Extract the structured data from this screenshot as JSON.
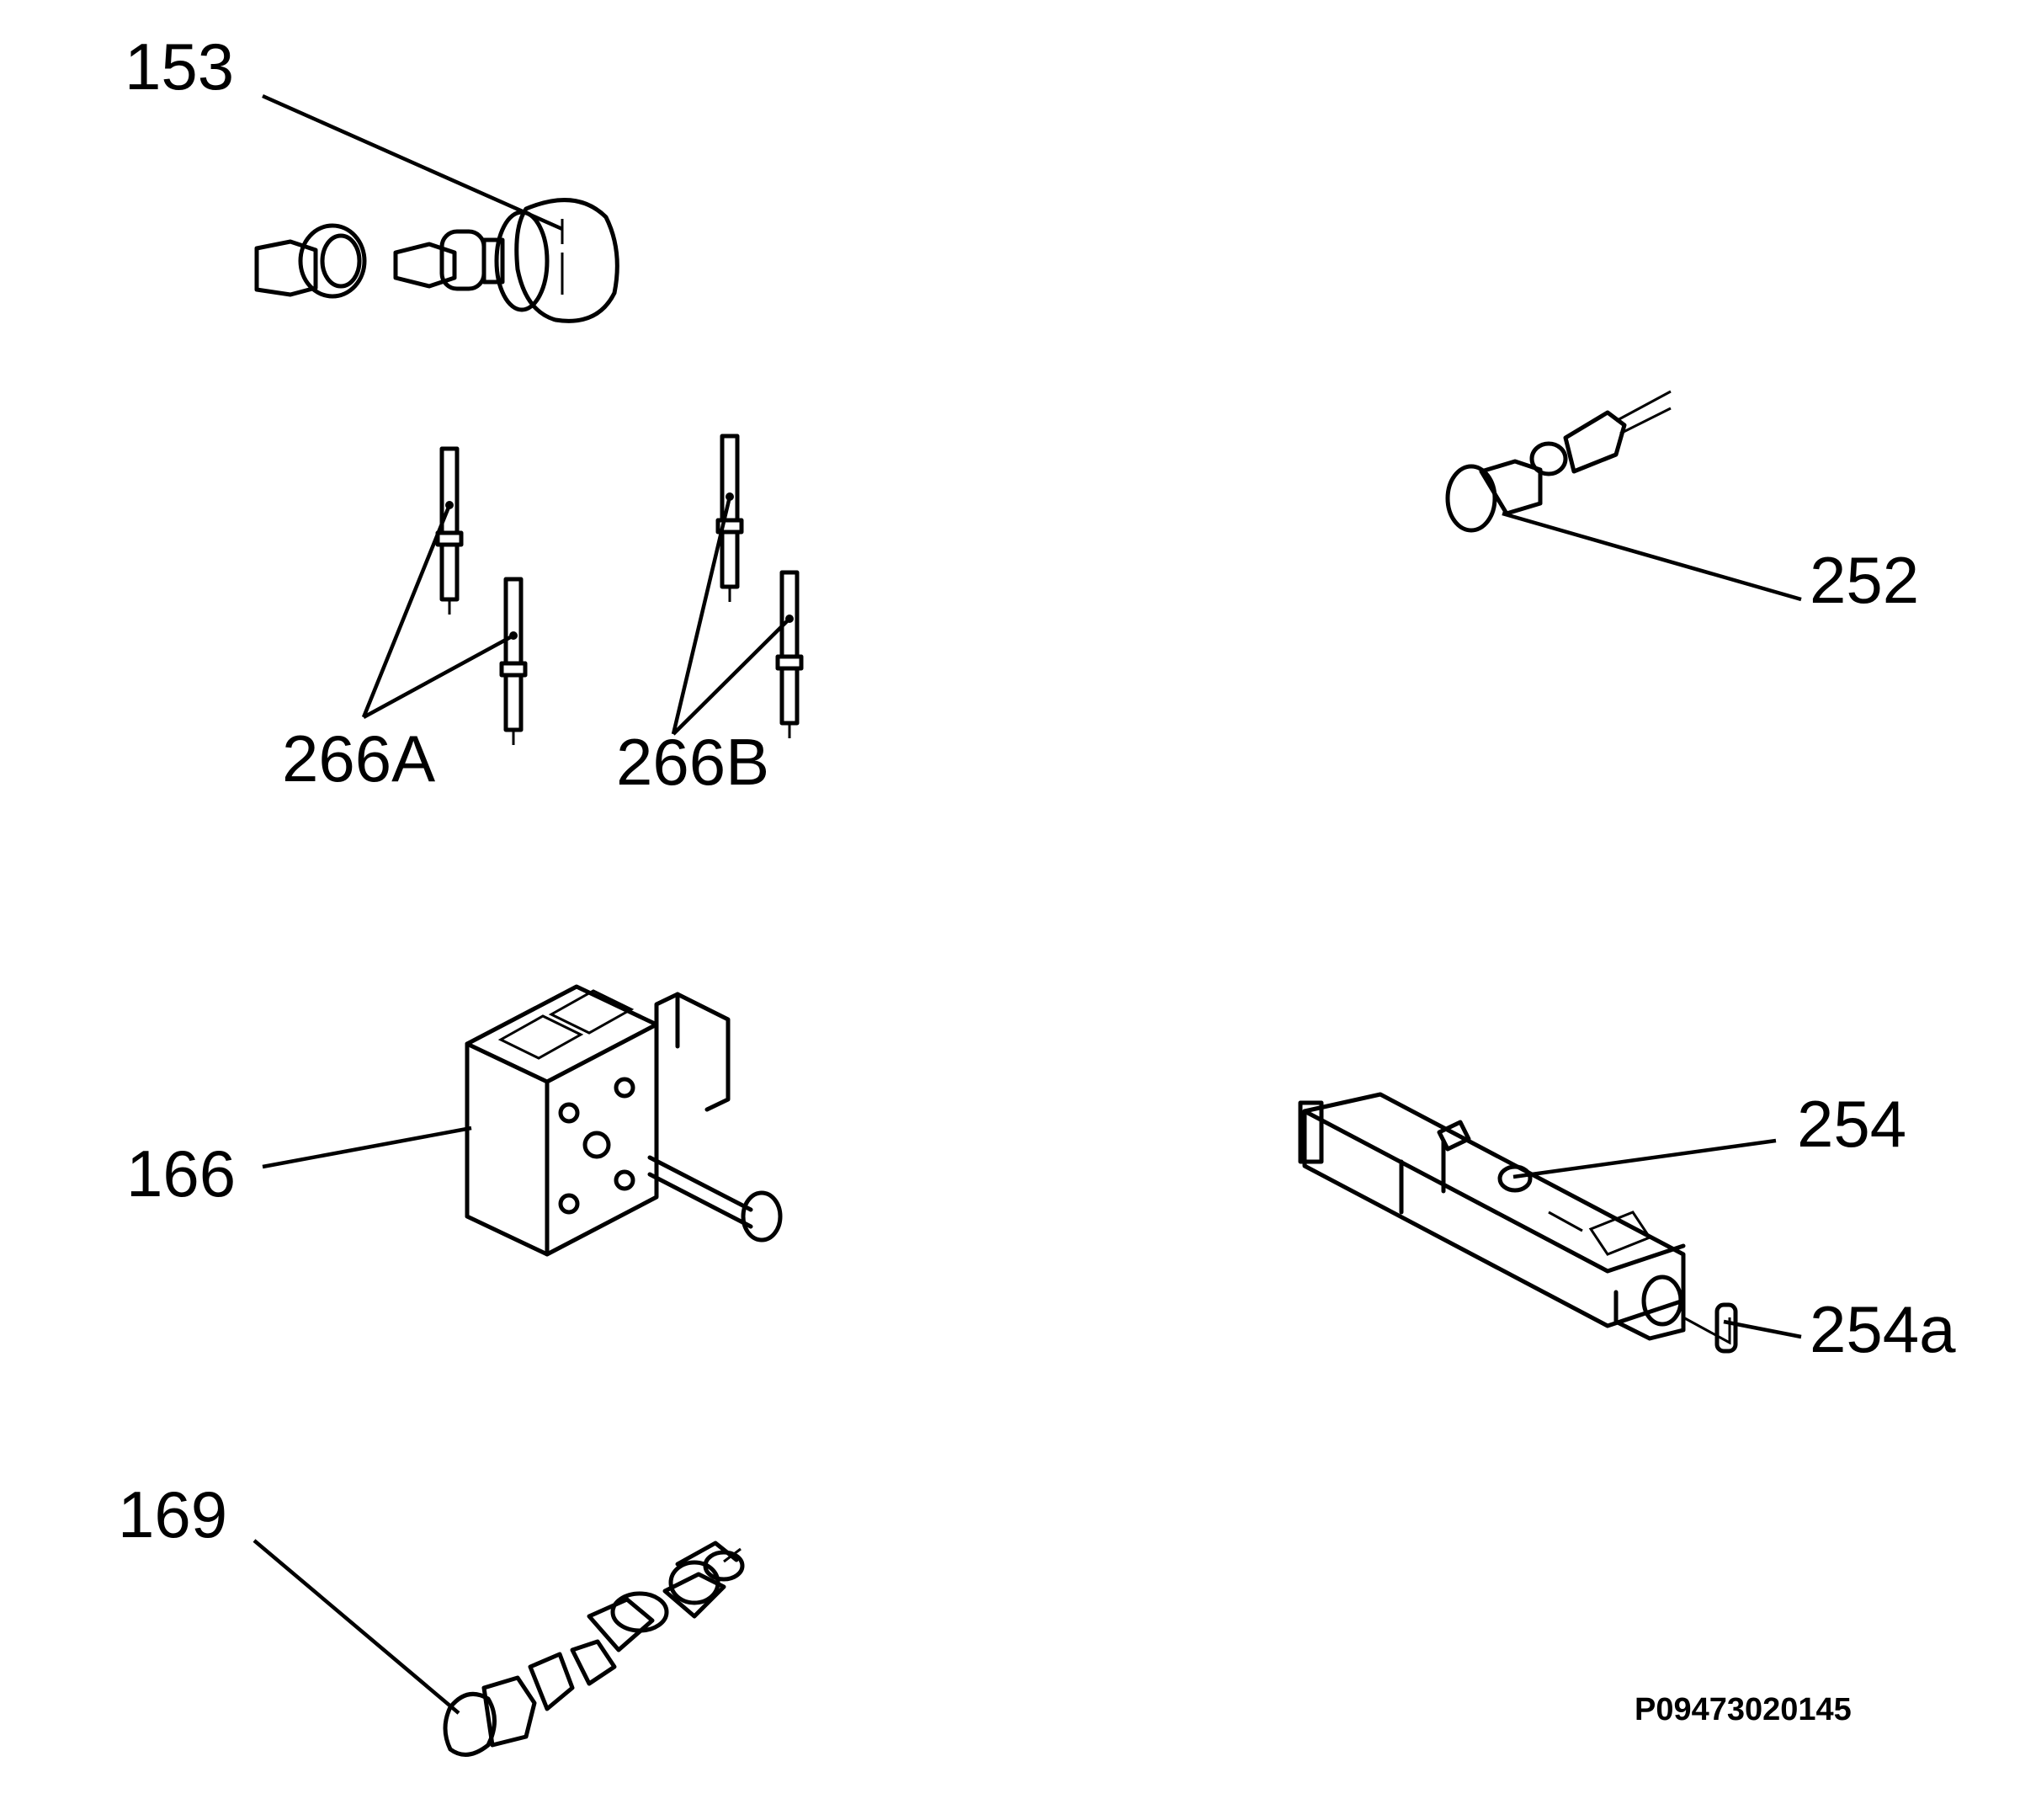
{
  "callouts": {
    "c153": "153",
    "c266a": "266A",
    "c266b": "266B",
    "c252": "252",
    "c166": "166",
    "c254": "254",
    "c254a": "254a",
    "c169": "169"
  },
  "reference": "P09473020145"
}
